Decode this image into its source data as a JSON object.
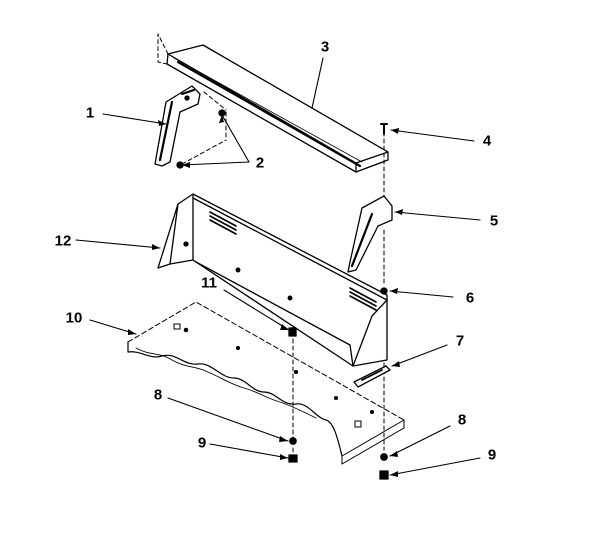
{
  "diagram": {
    "callouts": [
      {
        "id": "c1",
        "text": "1"
      },
      {
        "id": "c2",
        "text": "2"
      },
      {
        "id": "c3",
        "text": "3"
      },
      {
        "id": "c4",
        "text": "4"
      },
      {
        "id": "c5",
        "text": "5"
      },
      {
        "id": "c6",
        "text": "6"
      },
      {
        "id": "c7",
        "text": "7"
      },
      {
        "id": "c8a",
        "text": "8"
      },
      {
        "id": "c8b",
        "text": "8"
      },
      {
        "id": "c9a",
        "text": "9"
      },
      {
        "id": "c9b",
        "text": "9"
      },
      {
        "id": "c10",
        "text": "10"
      },
      {
        "id": "c11",
        "text": "11"
      },
      {
        "id": "c12",
        "text": "12"
      }
    ]
  }
}
